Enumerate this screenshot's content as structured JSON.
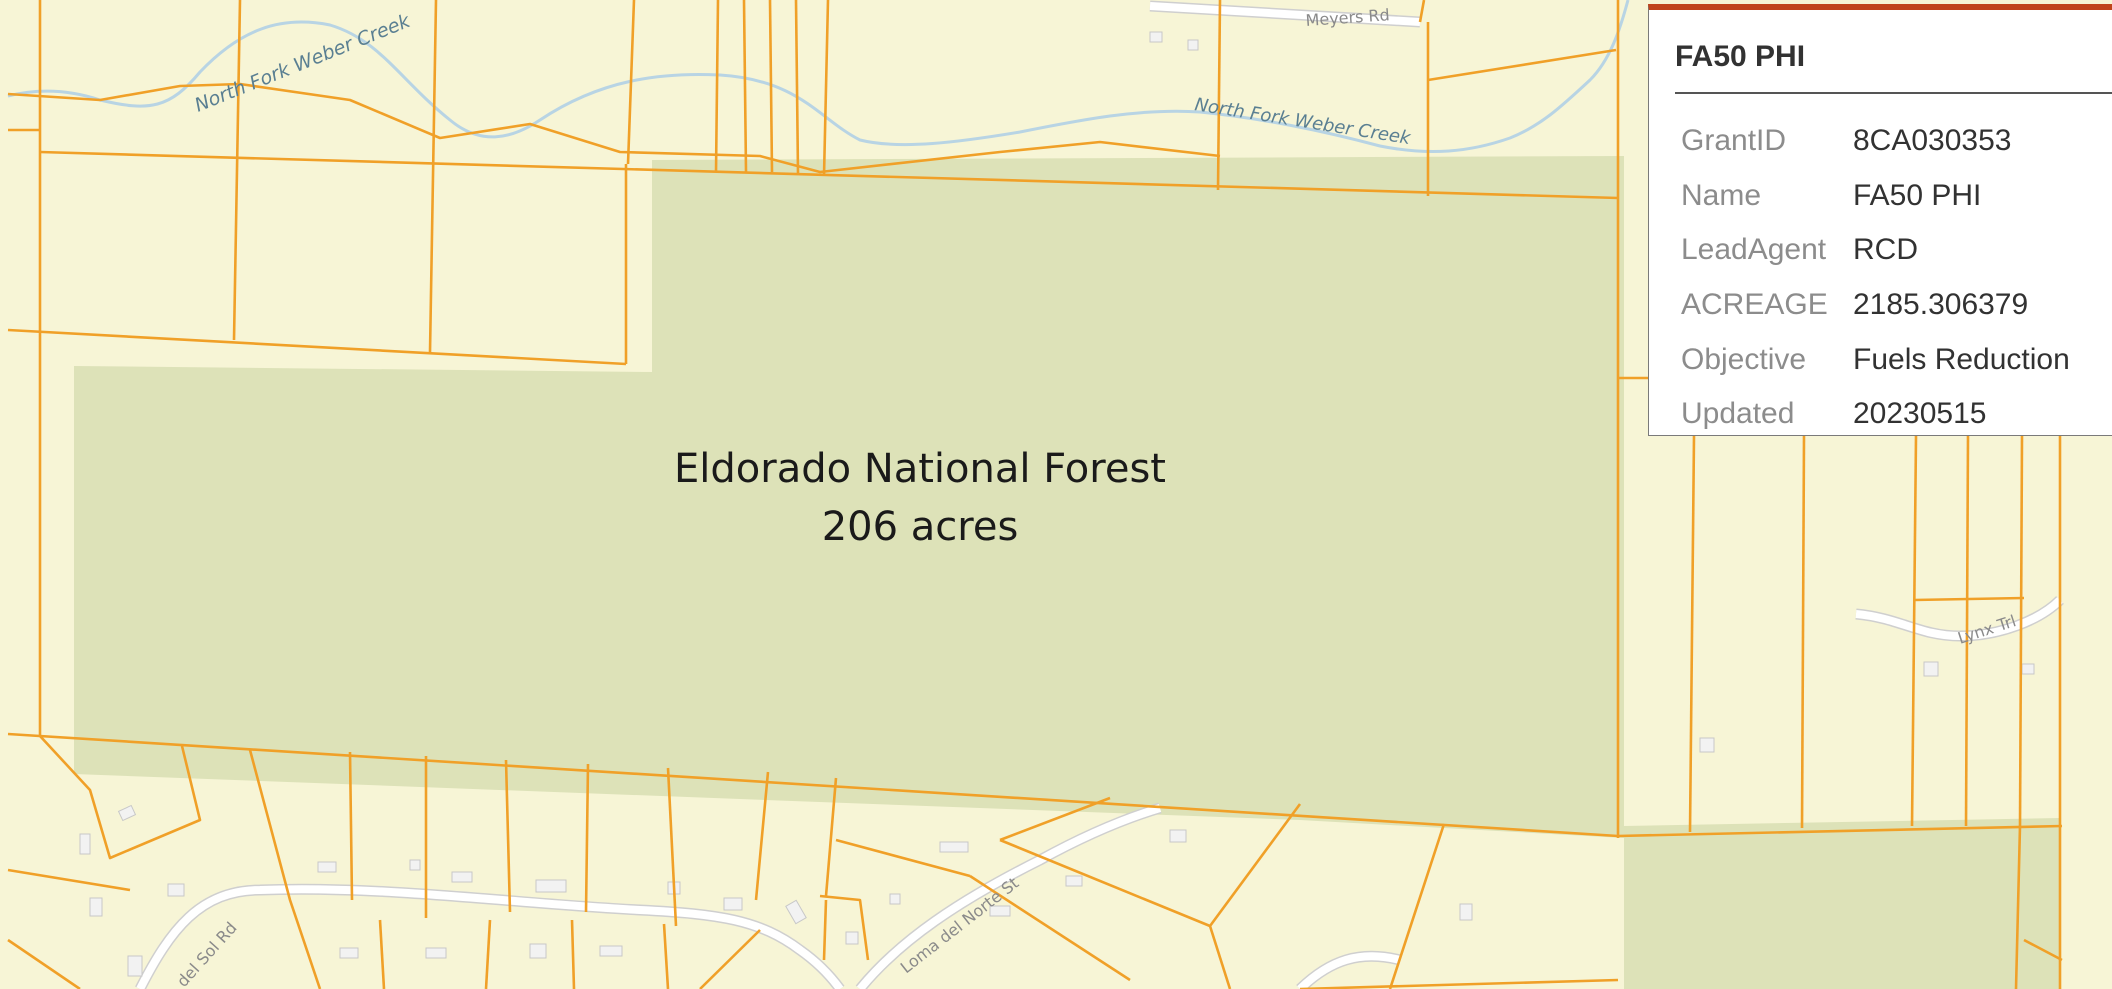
{
  "map": {
    "colors": {
      "background": "#f7f5d6",
      "forest": "#dde2b8",
      "parcel_line": "#f0a028",
      "creek": "#b8d4e4",
      "road": "#ffffff",
      "road_casing": "#cfcfcf",
      "building": "#f2f2f2"
    },
    "labels": {
      "creek_west": "North Fork Weber Creek",
      "creek_east": "North Fork Weber Creek",
      "meyers_rd": "Meyers Rd",
      "lynx_trl": "Lynx Trl",
      "loma_del_norte": "Loma del Norte St",
      "del_sol_rd": "del Sol Rd"
    },
    "area_label": {
      "name": "Eldorado National Forest",
      "area": "206 acres"
    }
  },
  "popup": {
    "title": "FA50 PHI",
    "fields": [
      {
        "key": "GrantID",
        "value": "8CA030353"
      },
      {
        "key": "Name",
        "value": "FA50 PHI"
      },
      {
        "key": "LeadAgent",
        "value": "RCD"
      },
      {
        "key": "ACREAGE",
        "value": "2185.306379"
      },
      {
        "key": "Objective",
        "value": "Fuels Reduction"
      },
      {
        "key": "Updated",
        "value": "20230515"
      }
    ]
  }
}
